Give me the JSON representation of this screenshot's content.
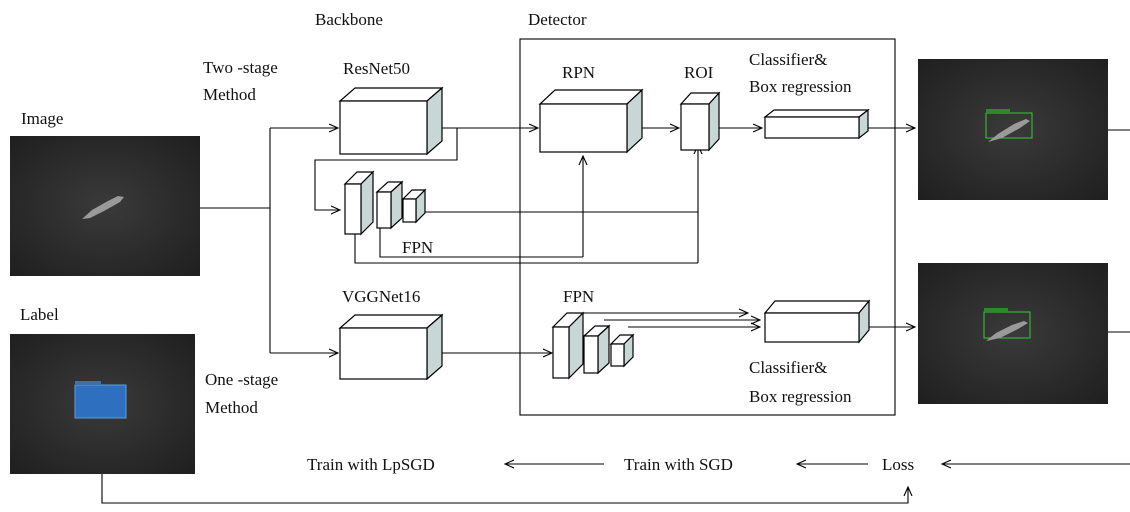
{
  "labels": {
    "backbone": "Backbone",
    "detector": "Detector",
    "two_stage_1": "Two -stage",
    "two_stage_2": "Method",
    "one_stage_1": "One -stage",
    "one_stage_2": "Method",
    "image": "Image",
    "label": "Label",
    "resnet": "ResNet50",
    "vggnet": "VGGNet16",
    "rpn": "RPN",
    "roi": "ROI",
    "classifier_top_1": "Classifier&",
    "classifier_top_2": "Box regression",
    "classifier_bottom_1": "Classifier&",
    "classifier_bottom_2": "Box regression",
    "fpn_backbone": "FPN",
    "fpn_detector": "FPN",
    "train_lpsgd": "Train with LpSGD",
    "train_sgd": "Train with SGD",
    "loss": "Loss"
  },
  "colors": {
    "photo_background": "#2a2a2a",
    "label_box": "#2f6fc0",
    "detection_box": "#33cc33",
    "block_side": "#c9d6d6"
  }
}
